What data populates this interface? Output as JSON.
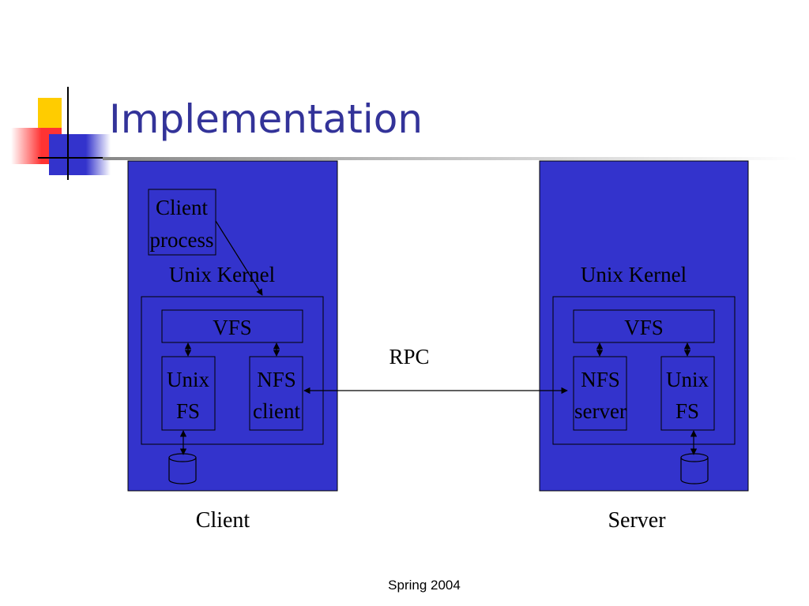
{
  "slide": {
    "title": "Implementation",
    "footer": "Spring 2004"
  },
  "client": {
    "caption": "Client",
    "process_label_1": "Client",
    "process_label_2": "process",
    "kernel_label": "Unix Kernel",
    "vfs_label": "VFS",
    "left_box_label_1": "Unix",
    "left_box_label_2": "FS",
    "right_box_label_1": "NFS",
    "right_box_label_2": "client"
  },
  "server": {
    "caption": "Server",
    "kernel_label": "Unix Kernel",
    "vfs_label": "VFS",
    "left_box_label_1": "NFS",
    "left_box_label_2": "server",
    "right_box_label_1": "Unix",
    "right_box_label_2": "FS"
  },
  "link": {
    "label": "RPC"
  },
  "colors": {
    "title": "#333399",
    "machine_fill": "#3333CC",
    "accent_yellow": "#FFCC00",
    "accent_red": "#FF3333"
  }
}
